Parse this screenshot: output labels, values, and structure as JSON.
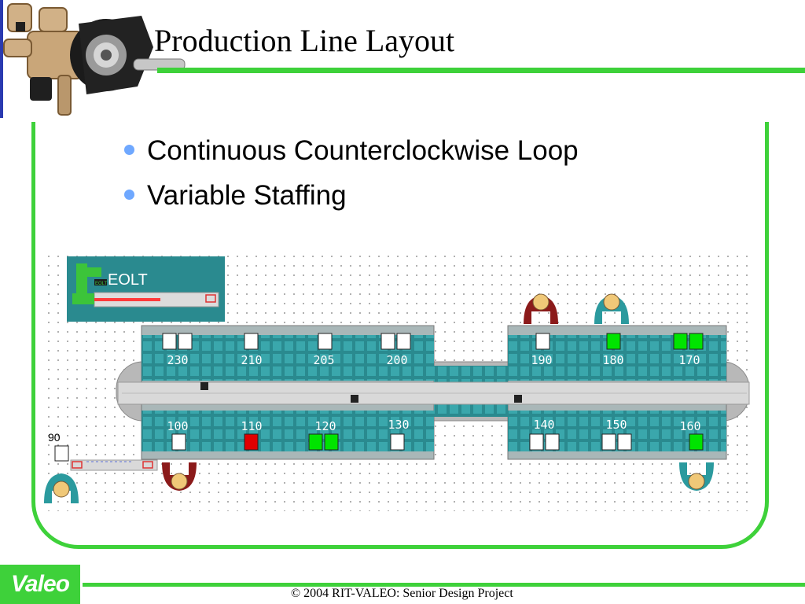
{
  "slide": {
    "title": "Production Line Layout",
    "bullets": [
      "Continuous Counterclockwise Loop",
      "Variable Staffing"
    ],
    "footer": "© 2004 RIT-VALEO: Senior Design Project",
    "logo_text": "Valeo"
  },
  "diagram": {
    "eolt_label": "EOLT",
    "eolt_badge": "EOLT",
    "station_90_label": "90",
    "top_stations": [
      "230",
      "210",
      "205",
      "200",
      "190",
      "180",
      "170"
    ],
    "bottom_stations": [
      "100",
      "110",
      "120",
      "130",
      "140",
      "150",
      "160"
    ],
    "colors": {
      "accent_green": "#3ed13a",
      "conveyor_teal": "#2a8a8f",
      "operator_teal": "#2b9a9e",
      "operator_maroon": "#8b1a1a",
      "fixture_green": "#00e400",
      "fixture_red": "#e00000",
      "bullet_blue": "#6fa8ff"
    }
  }
}
